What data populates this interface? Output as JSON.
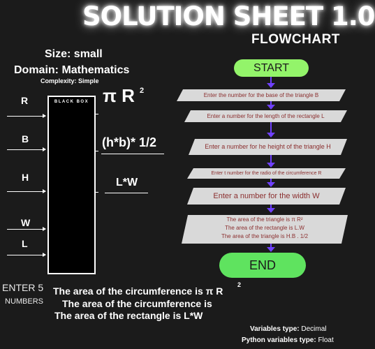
{
  "header": {
    "title": "SOLUTION SHEET 1.0",
    "subtitle": "FLOWCHART"
  },
  "info": {
    "size": "Size: small",
    "domain": "Domain: Mathematics",
    "complexity": "Complexity: Simple"
  },
  "inputs": [
    "R",
    "B",
    "H",
    "W",
    "L"
  ],
  "black_box": {
    "label": "BLACK BOX"
  },
  "formulas": {
    "pi_r": "π R",
    "pi_r_exp": "2",
    "triangle": "(h*b)* 1/2",
    "rectangle": "L*W"
  },
  "enter_note": {
    "line1": "ENTER 5",
    "line2": "NUMBERS"
  },
  "results": {
    "line1": "The area of the circumference is π R",
    "line1_exp": "2",
    "line2": "The area of the circumference is",
    "line3": "The area of the rectangle is  L*W"
  },
  "flowchart": {
    "start": "START",
    "end": "END",
    "steps": [
      "Enter the  number for the  base of the triangle B",
      "Enter a number for the  length  of the rectangle L",
      "Enter a number for he height of the triangle H",
      "Enter t number for the radio  of the circumference R",
      "Enter a number  for the width  W"
    ],
    "output": {
      "line1": "The area of the triangle is π R²",
      "line2": "The area of the rectangle is L.W",
      "line3": "The area of the triangle is H.B . 1/2"
    }
  },
  "footer": {
    "var_types_label": "Variables type:",
    "var_types_value": "Decimal",
    "py_types_label": "Python variables type:",
    "py_types_value": "Float"
  },
  "colors": {
    "background": "#1b1b1b",
    "start": "#93f46a",
    "end": "#5fe35f",
    "arrow": "#6f40ff",
    "step_box": "#d9d9d9",
    "step_text": "#8b2f2f"
  }
}
